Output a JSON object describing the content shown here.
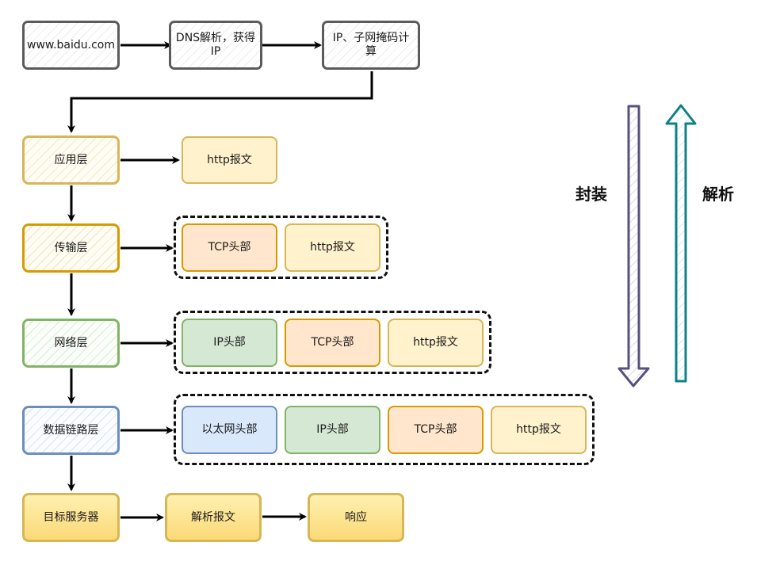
{
  "top_flow": {
    "url": "www.baidu.com",
    "dns": "DNS解析，获得IP",
    "subnet": "IP、子网掩码计算"
  },
  "layers": {
    "application": "应用层",
    "transport": "传输层",
    "network": "网络层",
    "datalink": "数据链路层"
  },
  "packets": {
    "application": [
      "http报文"
    ],
    "transport": [
      "TCP头部",
      "http报文"
    ],
    "network": [
      "IP头部",
      "TCP头部",
      "http报文"
    ],
    "datalink": [
      "以太网头部",
      "IP头部",
      "TCP头部",
      "http报文"
    ]
  },
  "server_flow": {
    "server": "目标服务器",
    "parse": "解析报文",
    "respond": "响应"
  },
  "side": {
    "encapsulate": "封装",
    "parse": "解析"
  },
  "colors": {
    "encapsulate_arrow": "#56517e",
    "parse_arrow": "#0e8088",
    "http": "#fff2cc",
    "tcp": "#ffe6cc",
    "ip": "#d5e8d4",
    "ethernet": "#dae8fc"
  }
}
